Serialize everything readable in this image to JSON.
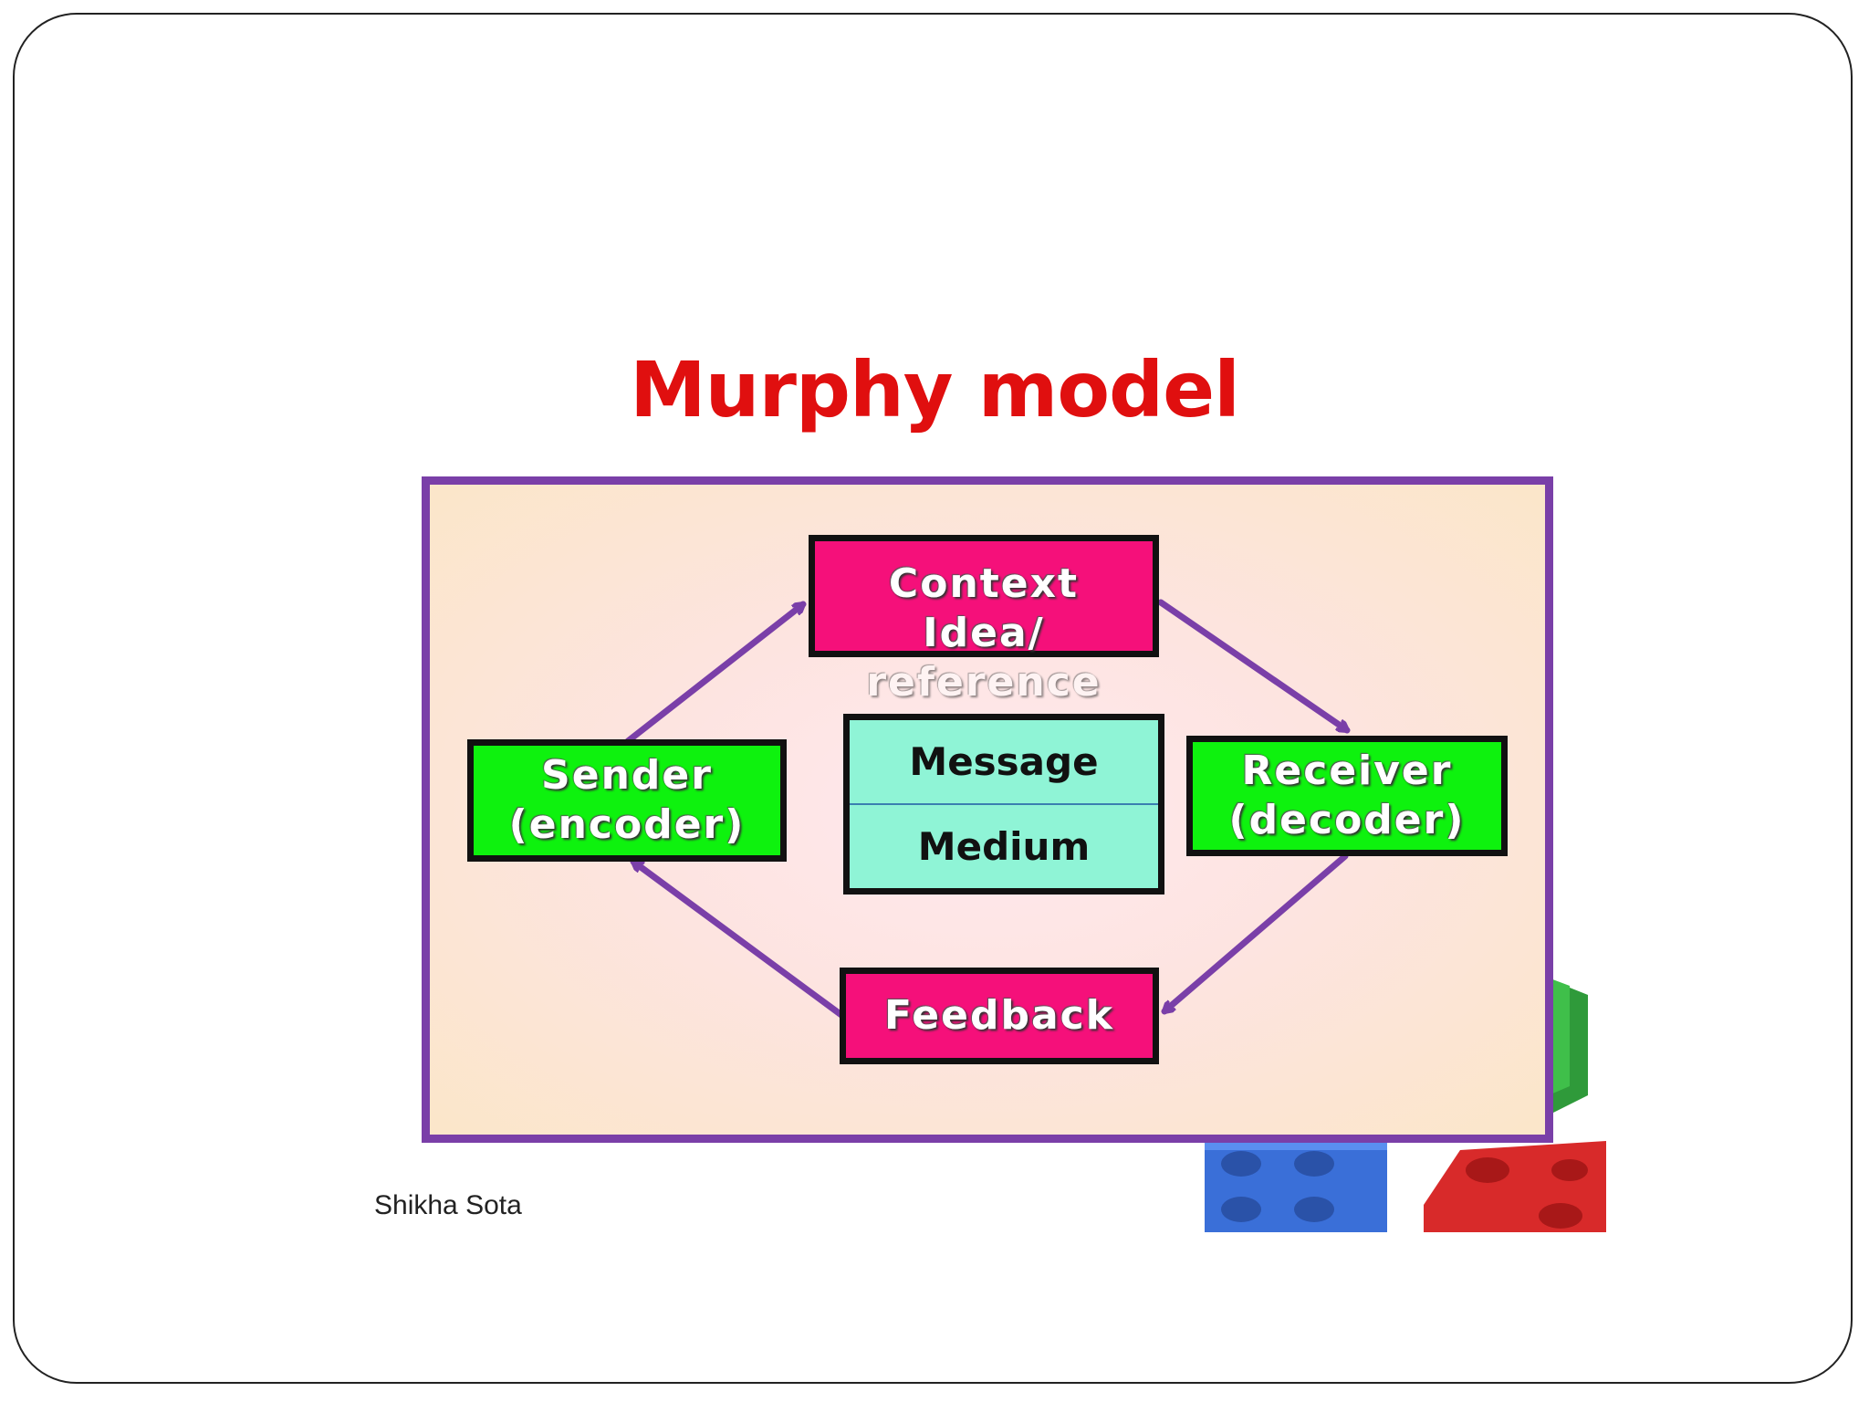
{
  "slide": {
    "title": "Murphy model",
    "author": "Shikha Sota"
  },
  "diagram": {
    "context": {
      "line1": "Context",
      "line2": "Idea/",
      "line3": "reference"
    },
    "sender": {
      "line1": "Sender",
      "line2": "(encoder)"
    },
    "receiver": {
      "line1": "Receiver",
      "line2": "(decoder)"
    },
    "message": {
      "top": "Message",
      "bottom": "Medium"
    },
    "feedback": {
      "label": "Feedback"
    }
  },
  "colors": {
    "title": "#e00f0f",
    "border": "#7a3fa8",
    "pink": "#f5107a",
    "green": "#0ef20e",
    "mint": "#8ff4d6"
  }
}
